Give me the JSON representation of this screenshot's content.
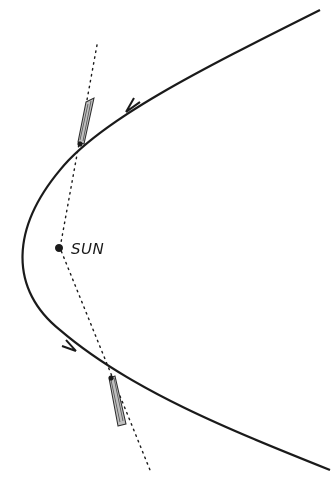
{
  "diagram": {
    "sun_label": "SUN",
    "colors": {
      "ink": "#1a1a1a",
      "background": "#ffffff"
    },
    "icons": {
      "orbit": "parabolic-orbit",
      "sun": "sun-dot",
      "comet": "comet-icon",
      "arrow": "direction-arrow-icon",
      "axis": "dotted-line"
    }
  }
}
